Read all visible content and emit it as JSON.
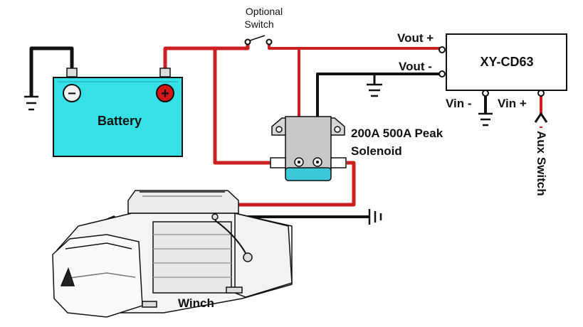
{
  "labels": {
    "switch_line1": "Optional",
    "switch_line2": "Switch",
    "battery": "Battery",
    "battery_neg": "−",
    "battery_pos": "+",
    "solenoid_line1": "200A 500A Peak",
    "solenoid_line2": "Solenoid",
    "module": "XY-CD63",
    "vout_pos": "Vout +",
    "vout_neg": "Vout -",
    "vin_neg": "Vin -",
    "vin_pos": "Vin +",
    "aux_switch": "Aux Switch",
    "winch": "Winch"
  },
  "colors": {
    "wire_red": "#cc1f1f",
    "wire_black": "#111111",
    "battery_fill": "#35e1e6",
    "solenoid_body": "#c8c8c8",
    "solenoid_base": "#3bc8d8"
  }
}
